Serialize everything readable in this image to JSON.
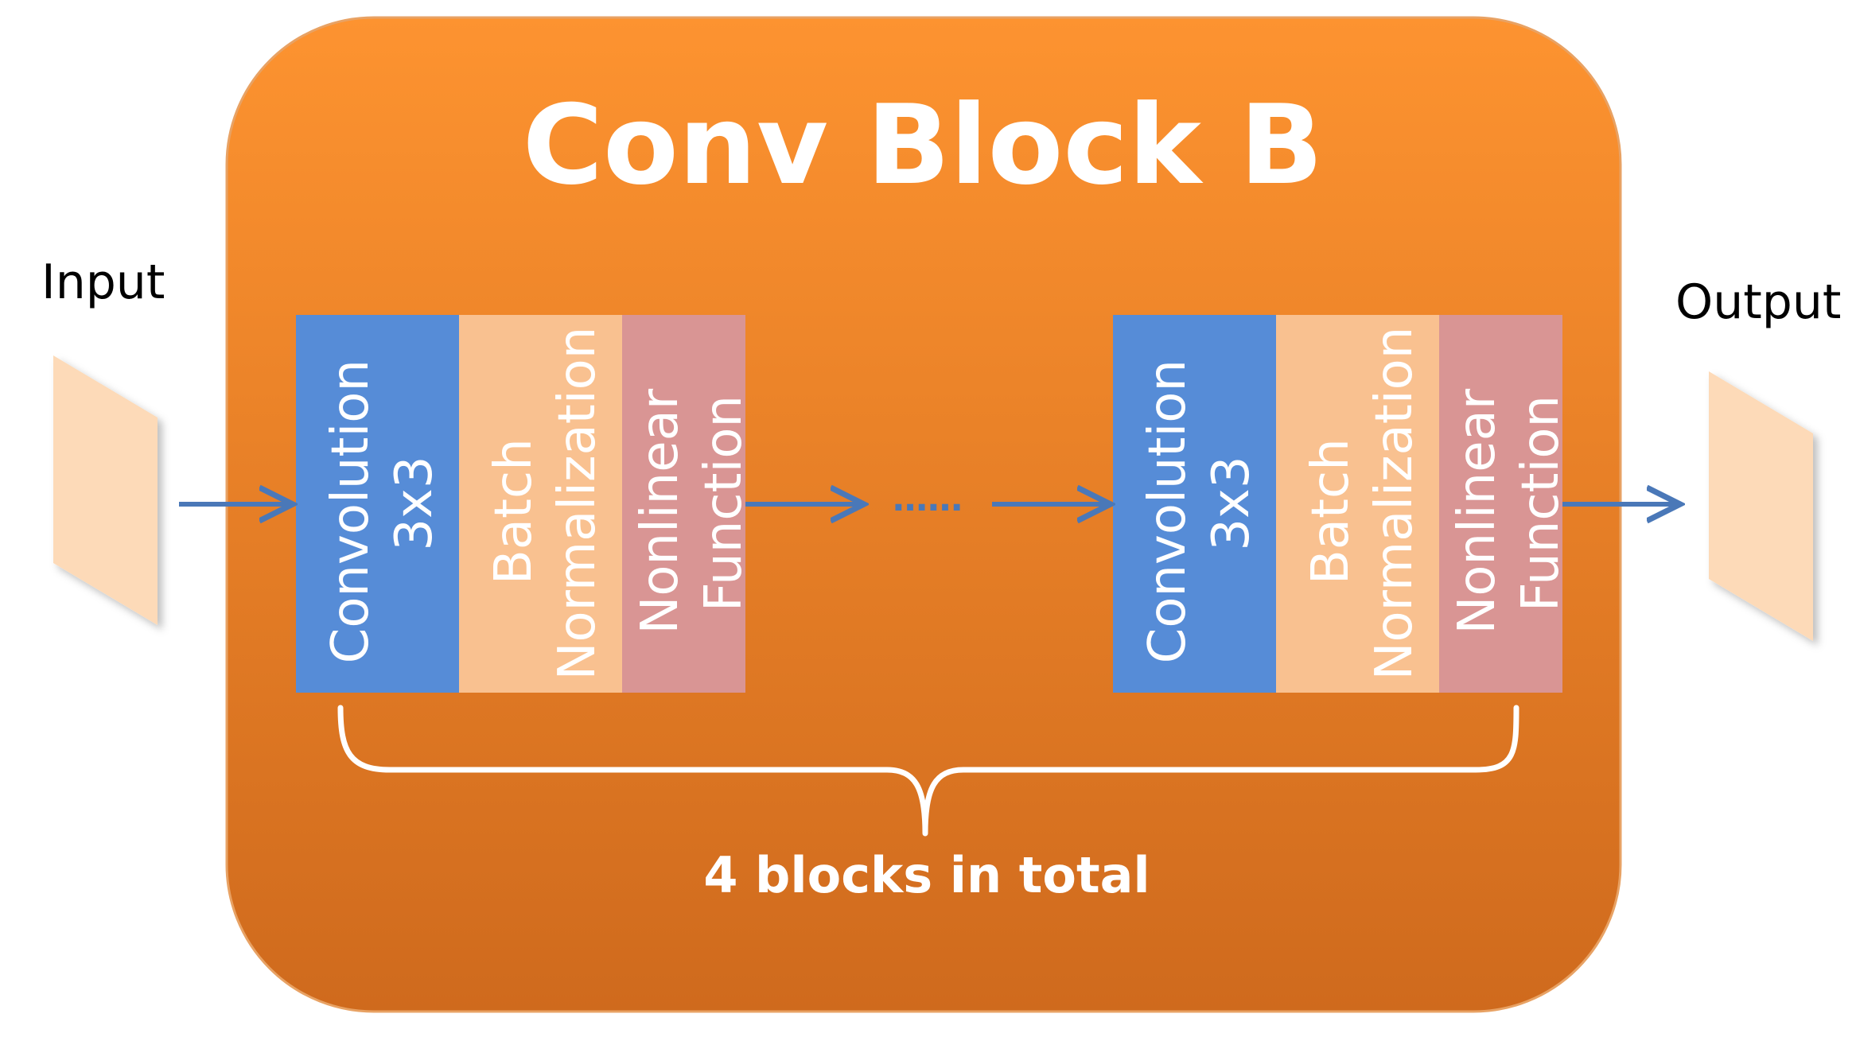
{
  "block": {
    "title": "Conv Block B",
    "repeat_label": "4 blocks in total"
  },
  "io": {
    "input_label": "Input",
    "output_label": "Output"
  },
  "sequence": {
    "ellipsis": "……"
  },
  "stages": [
    {
      "layers": [
        {
          "lines": [
            "Convolution",
            "3x3"
          ]
        },
        {
          "lines": [
            "Batch",
            "Normalization"
          ]
        },
        {
          "lines": [
            "Nonlinear",
            "Function"
          ]
        }
      ]
    },
    {
      "layers": [
        {
          "lines": [
            "Convolution",
            "3x3"
          ]
        },
        {
          "lines": [
            "Batch",
            "Normalization"
          ]
        },
        {
          "lines": [
            "Nonlinear",
            "Function"
          ]
        }
      ]
    }
  ],
  "colors": {
    "block_top": "#fd9330",
    "block_bottom": "#cf6a1d",
    "convolution": "#568cd7",
    "batch_norm": "#f9c190",
    "nonlinear": "#d99594",
    "feature_map": "#fddab8",
    "arrow": "#4a78b8",
    "brace": "#ffffff"
  }
}
